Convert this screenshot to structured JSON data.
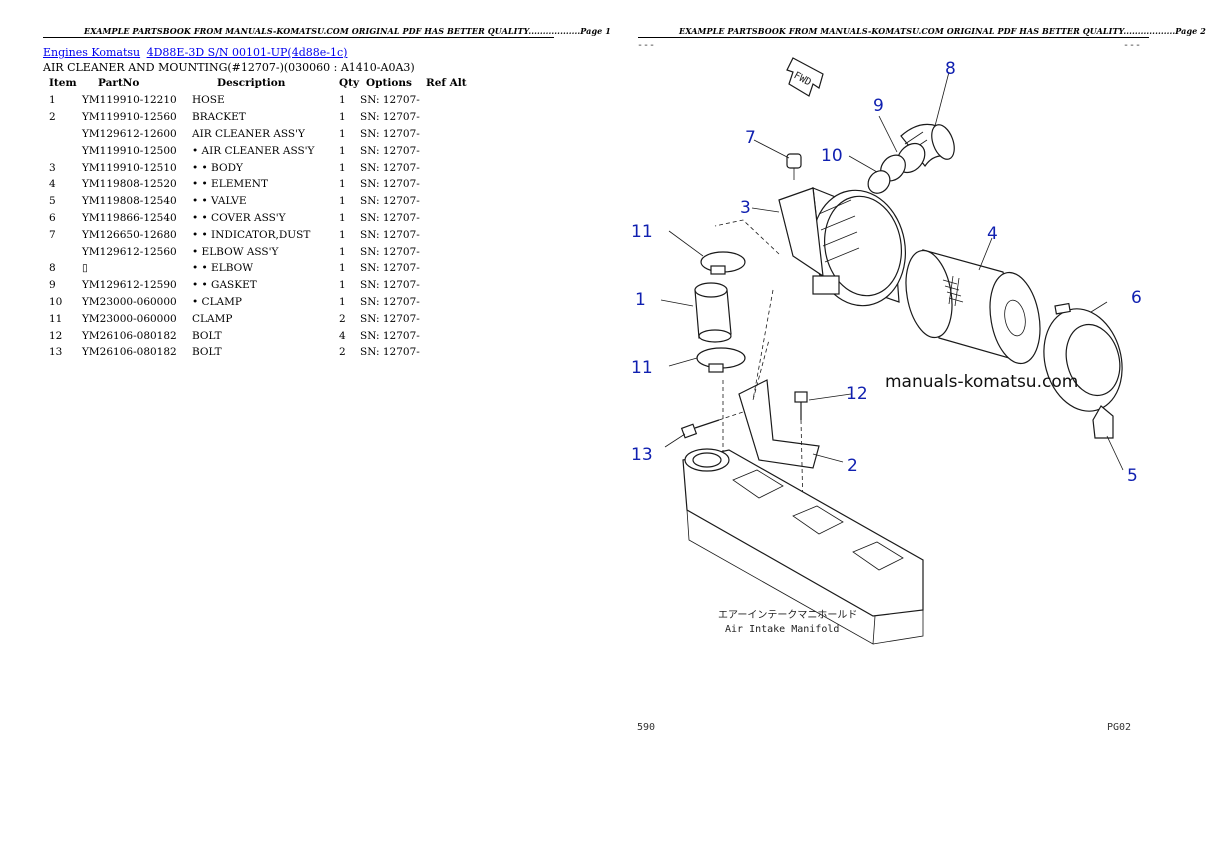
{
  "header_left": "EXAMPLE PARTSBOOK FROM MANUALS-KOMATSU.COM ORIGINAL PDF HAS BETTER QUALITY..................Page 1",
  "header_right": "EXAMPLE PARTSBOOK FROM MANUALS-KOMATSU.COM ORIGINAL PDF HAS BETTER QUALITY..................Page 2",
  "breadcrumb": {
    "link1": "Engines Komatsu",
    "link2": "4D88E-3D S/N 00101-UP(4d88e-1c)"
  },
  "section_title": "AIR CLEANER AND MOUNTING(#12707-)(030060 : A1410-A0A3)",
  "table": {
    "headers": [
      "Item",
      "PartNo",
      "Description",
      "Qty",
      "Options",
      "Ref Alt"
    ],
    "rows": [
      {
        "item": "1",
        "part": "YM119910-12210",
        "desc": "HOSE",
        "qty": "1",
        "opt": "SN: 12707-",
        "ref": ""
      },
      {
        "item": "2",
        "part": "YM119910-12560",
        "desc": "BRACKET",
        "qty": "1",
        "opt": "SN: 12707-",
        "ref": ""
      },
      {
        "item": "",
        "part": "YM129612-12600",
        "desc": "AIR CLEANER ASS'Y",
        "qty": "1",
        "opt": "SN: 12707-",
        "ref": ""
      },
      {
        "item": "",
        "part": "YM119910-12500",
        "desc": "• AIR CLEANER ASS'Y",
        "qty": "1",
        "opt": "SN: 12707-",
        "ref": ""
      },
      {
        "item": "3",
        "part": "YM119910-12510",
        "desc": "• • BODY",
        "qty": "1",
        "opt": "SN: 12707-",
        "ref": ""
      },
      {
        "item": "4",
        "part": "YM119808-12520",
        "desc": "• • ELEMENT",
        "qty": "1",
        "opt": "SN: 12707-",
        "ref": ""
      },
      {
        "item": "5",
        "part": "YM119808-12540",
        "desc": "• • VALVE",
        "qty": "1",
        "opt": "SN: 12707-",
        "ref": ""
      },
      {
        "item": "6",
        "part": "YM119866-12540",
        "desc": "• • COVER ASS'Y",
        "qty": "1",
        "opt": "SN: 12707-",
        "ref": ""
      },
      {
        "item": "7",
        "part": "YM126650-12680",
        "desc": "• • INDICATOR,DUST",
        "qty": "1",
        "opt": "SN: 12707-",
        "ref": ""
      },
      {
        "item": "",
        "part": "YM129612-12560",
        "desc": "• ELBOW ASS'Y",
        "qty": "1",
        "opt": "SN: 12707-",
        "ref": ""
      },
      {
        "item": "8",
        "part": "▯",
        "desc": "• • ELBOW",
        "qty": "1",
        "opt": "SN: 12707-",
        "ref": ""
      },
      {
        "item": "9",
        "part": "YM129612-12590",
        "desc": "• • GASKET",
        "qty": "1",
        "opt": "SN: 12707-",
        "ref": ""
      },
      {
        "item": "10",
        "part": "YM23000-060000",
        "desc": "• CLAMP",
        "qty": "1",
        "opt": "SN: 12707-",
        "ref": ""
      },
      {
        "item": "11",
        "part": "YM23000-060000",
        "desc": "CLAMP",
        "qty": "2",
        "opt": "SN: 12707-",
        "ref": ""
      },
      {
        "item": "12",
        "part": "YM26106-080182",
        "desc": "BOLT",
        "qty": "4",
        "opt": "SN: 12707-",
        "ref": ""
      },
      {
        "item": "13",
        "part": "YM26106-080182",
        "desc": "BOLT",
        "qty": "2",
        "opt": "SN: 12707-",
        "ref": ""
      }
    ]
  },
  "diagram": {
    "callouts": [
      "1",
      "2",
      "3",
      "4",
      "5",
      "6",
      "7",
      "8",
      "9",
      "10",
      "11",
      "11",
      "12",
      "13"
    ],
    "watermark": "manuals-komatsu.com",
    "fwd_label": "FWD",
    "manifold_label_jp": "エアーインテークマニホールド",
    "manifold_label_en": "Air Intake Manifold",
    "page_code_left": "590",
    "page_code_right": "PG02"
  }
}
